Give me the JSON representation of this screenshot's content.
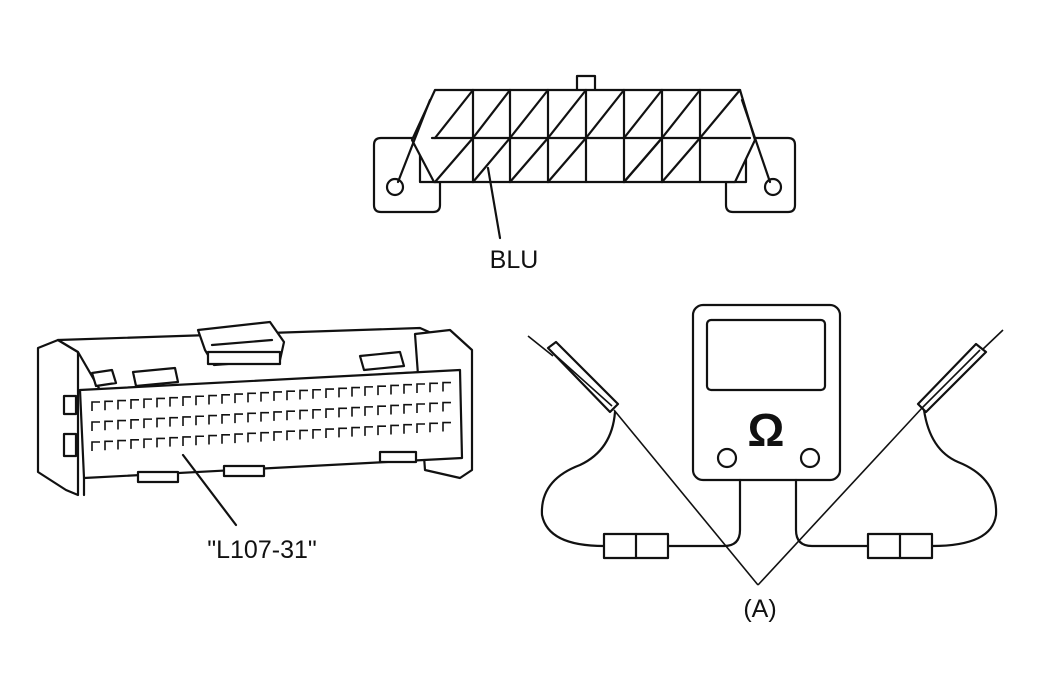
{
  "labels": {
    "blu": "BLU",
    "connector": "\"L107-31\"",
    "probes": "(A)",
    "ohm_symbol": "Ω"
  },
  "colors": {
    "line": "#111111",
    "background": "#ffffff"
  }
}
